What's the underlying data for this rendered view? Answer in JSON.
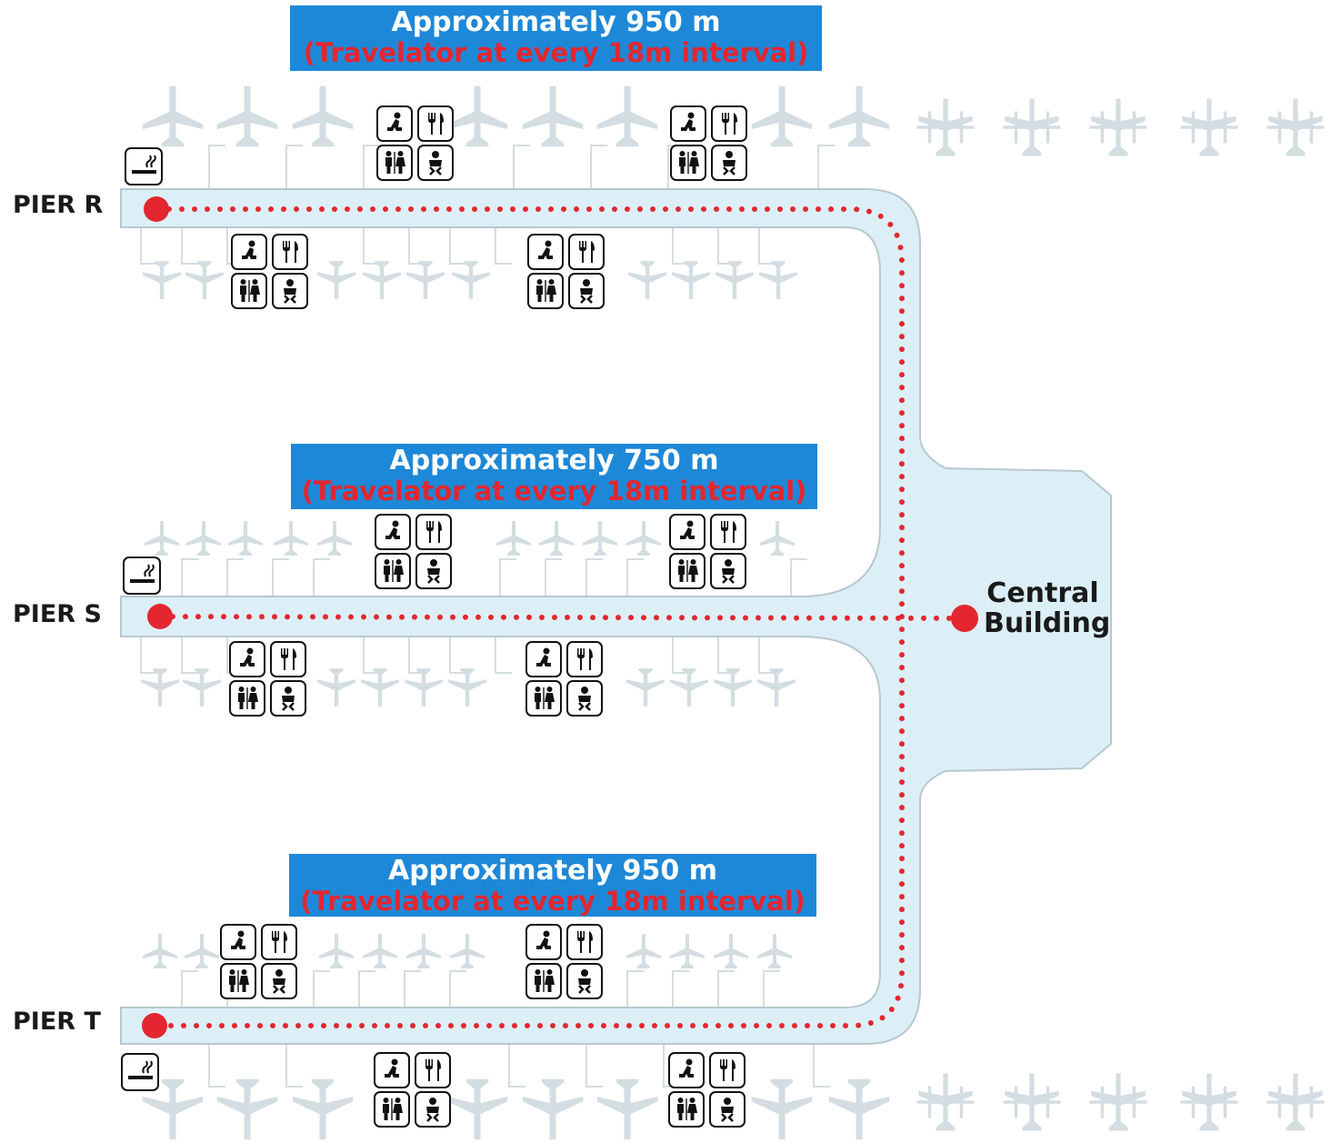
{
  "piers": [
    {
      "id": "R",
      "label": "PIER R"
    },
    {
      "id": "S",
      "label": "PIER S"
    },
    {
      "id": "T",
      "label": "PIER T"
    }
  ],
  "distances": [
    {
      "pier": "R",
      "line1": "Approximately 950 m",
      "line2": "(Travelator at every 18m interval)"
    },
    {
      "pier": "S",
      "line1": "Approximately 750 m",
      "line2": "(Travelator at every 18m interval)"
    },
    {
      "pier": "T",
      "line1": "Approximately 950 m",
      "line2": "(Travelator at every 18m interval)"
    }
  ],
  "central": {
    "line1": "Central",
    "line2": "Building"
  },
  "facility_icons": [
    "prayer-room-icon",
    "restaurant-icon",
    "restroom-icon",
    "baby-care-icon"
  ],
  "smoking_icon": "smoking-area-icon",
  "colors": {
    "corridor": "#dceff7",
    "route": "#e3262f",
    "banner": "#1e88d8",
    "banner_text": "#ffffff",
    "banner_subtext": "#e3262f",
    "aircraft": "#d3dde2"
  }
}
